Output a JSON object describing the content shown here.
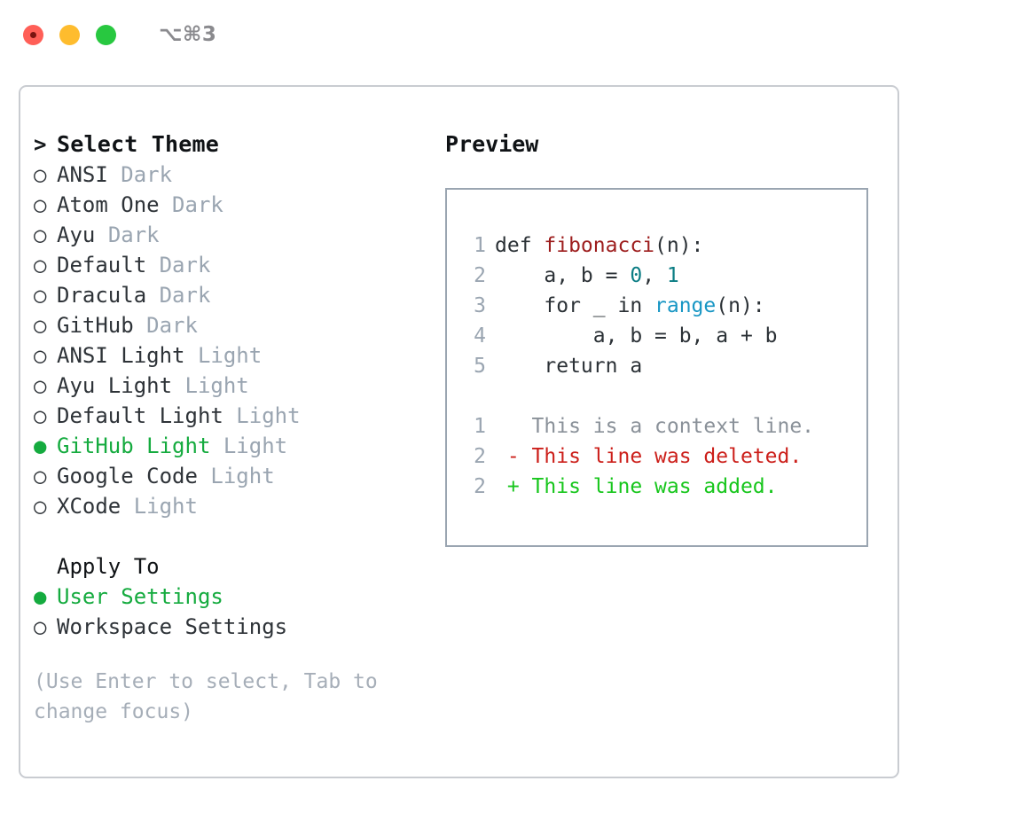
{
  "titlebar": {
    "shortcut_label": "⌥⌘3",
    "dots": [
      {
        "name": "close",
        "color": "#ff5f57"
      },
      {
        "name": "minimize",
        "color": "#febc2e"
      },
      {
        "name": "zoom",
        "color": "#28c840"
      }
    ]
  },
  "theme_panel": {
    "prompt": ">",
    "heading": "Select Theme",
    "marker_selected": "●",
    "marker_unselected": "○",
    "items": [
      {
        "label": "ANSI",
        "suffix": "Dark",
        "selected": false
      },
      {
        "label": "Atom One",
        "suffix": "Dark",
        "selected": false
      },
      {
        "label": "Ayu",
        "suffix": "Dark",
        "selected": false
      },
      {
        "label": "Default",
        "suffix": "Dark",
        "selected": false
      },
      {
        "label": "Dracula",
        "suffix": "Dark",
        "selected": false
      },
      {
        "label": "GitHub",
        "suffix": "Dark",
        "selected": false
      },
      {
        "label": "ANSI Light",
        "suffix": "Light",
        "selected": false
      },
      {
        "label": "Ayu Light",
        "suffix": "Light",
        "selected": false
      },
      {
        "label": "Default Light",
        "suffix": "Light",
        "selected": false
      },
      {
        "label": "GitHub Light",
        "suffix": "Light",
        "selected": true
      },
      {
        "label": "Google Code",
        "suffix": "Light",
        "selected": false
      },
      {
        "label": "XCode",
        "suffix": "Light",
        "selected": false
      }
    ]
  },
  "apply_to": {
    "title": "Apply To",
    "options": [
      {
        "label": "User Settings",
        "selected": true
      },
      {
        "label": "Workspace Settings",
        "selected": false
      }
    ]
  },
  "hint": "(Use Enter to select, Tab to change focus)",
  "preview": {
    "title": "Preview",
    "code_lines": [
      {
        "lineno": "1",
        "tokens": [
          {
            "text": "def ",
            "type": "plain"
          },
          {
            "text": "fibonacci",
            "type": "function"
          },
          {
            "text": "(n):",
            "type": "punct"
          }
        ]
      },
      {
        "lineno": "2",
        "tokens": [
          {
            "text": "    a, b = ",
            "type": "plain"
          },
          {
            "text": "0",
            "type": "number"
          },
          {
            "text": ", ",
            "type": "plain"
          },
          {
            "text": "1",
            "type": "number"
          }
        ]
      },
      {
        "lineno": "3",
        "tokens": [
          {
            "text": "    for _ in ",
            "type": "plain"
          },
          {
            "text": "range",
            "type": "builtin"
          },
          {
            "text": "(n):",
            "type": "punct"
          }
        ]
      },
      {
        "lineno": "4",
        "tokens": [
          {
            "text": "        a, b = b, a + b",
            "type": "plain"
          }
        ]
      },
      {
        "lineno": "5",
        "tokens": [
          {
            "text": "    return a",
            "type": "plain"
          }
        ]
      }
    ],
    "diff_lines": [
      {
        "lineno": "1",
        "prefix": "  ",
        "text": "This is a context line.",
        "kind": "context"
      },
      {
        "lineno": "2",
        "prefix": "- ",
        "text": "This line was deleted.",
        "kind": "deleted"
      },
      {
        "lineno": "2",
        "prefix": "+ ",
        "text": "This line was added.",
        "kind": "added"
      }
    ]
  },
  "colors": {
    "selected_green": "#15ab3f",
    "muted_gray": "#9aa5b1",
    "function_red": "#9d1d1d",
    "number_teal": "#0b7d84",
    "builtin_blue": "#1896c4",
    "diff_delete_red": "#cc1f1a",
    "diff_add_green": "#17c61c",
    "card_border": "#c9ccd1",
    "preview_border": "#9aa5b1"
  }
}
